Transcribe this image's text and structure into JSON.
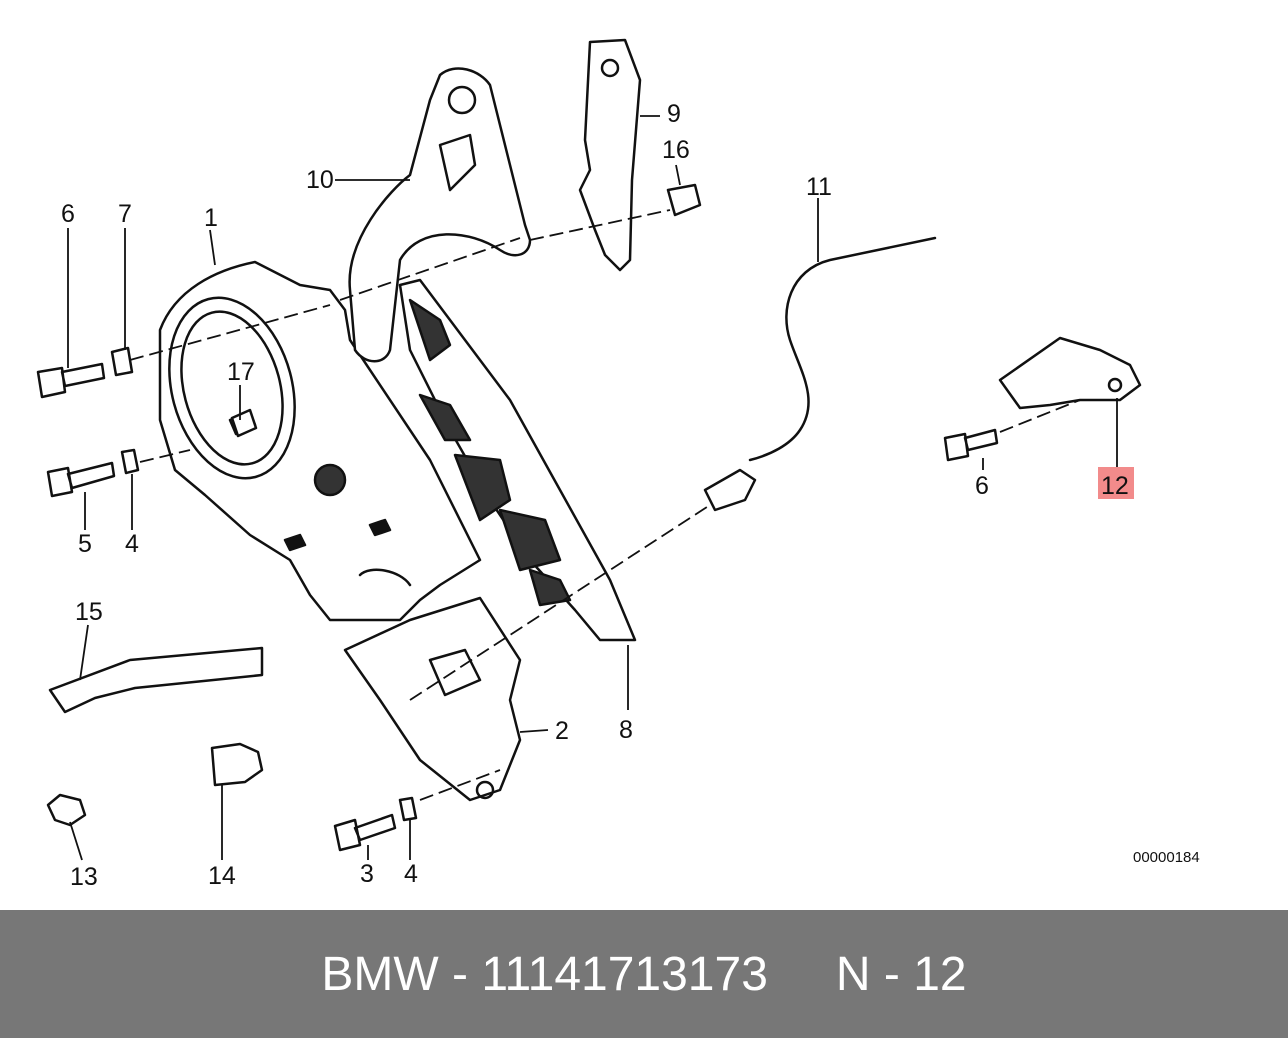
{
  "diagram": {
    "callouts": {
      "c1": "1",
      "c2": "2",
      "c3": "3",
      "c4a": "4",
      "c4b": "4",
      "c5": "5",
      "c6a": "6",
      "c6b": "6",
      "c7": "7",
      "c8": "8",
      "c9": "9",
      "c10": "10",
      "c11": "11",
      "c12": "12",
      "c13": "13",
      "c14": "14",
      "c15": "15",
      "c16": "16",
      "c17": "17"
    },
    "highlighted_callout": "12",
    "highlight_color": "#f28b8b",
    "reference_code": "00000184"
  },
  "footer": {
    "brand": "BMW",
    "separator": " - ",
    "part_number": "11141713173",
    "position_label": "N - 12",
    "background": "#777777"
  }
}
